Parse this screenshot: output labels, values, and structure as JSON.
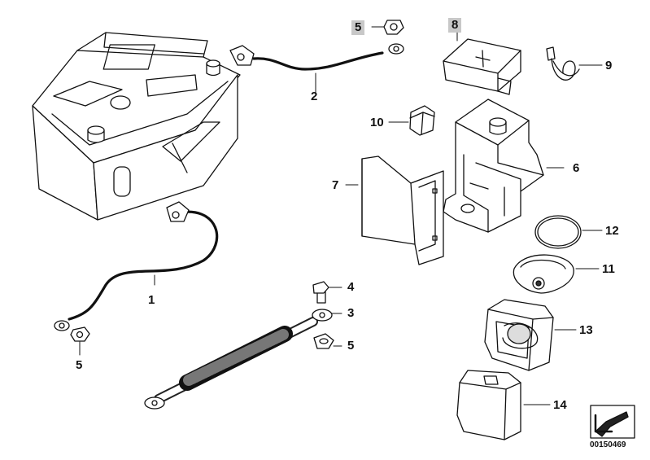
{
  "callouts": [
    {
      "id": "c1",
      "label": "1",
      "highlighted": false
    },
    {
      "id": "c2",
      "label": "2",
      "highlighted": false
    },
    {
      "id": "c3",
      "label": "3",
      "highlighted": false
    },
    {
      "id": "c4",
      "label": "4",
      "highlighted": false
    },
    {
      "id": "c5a",
      "label": "5",
      "highlighted": true
    },
    {
      "id": "c5b",
      "label": "5",
      "highlighted": false
    },
    {
      "id": "c5c",
      "label": "5",
      "highlighted": false
    },
    {
      "id": "c6",
      "label": "6",
      "highlighted": false
    },
    {
      "id": "c7",
      "label": "7",
      "highlighted": false
    },
    {
      "id": "c8",
      "label": "8",
      "highlighted": true
    },
    {
      "id": "c9",
      "label": "9",
      "highlighted": false
    },
    {
      "id": "c10",
      "label": "10",
      "highlighted": false
    },
    {
      "id": "c11",
      "label": "11",
      "highlighted": false
    },
    {
      "id": "c12",
      "label": "12",
      "highlighted": false
    },
    {
      "id": "c13",
      "label": "13",
      "highlighted": false
    },
    {
      "id": "c14",
      "label": "14",
      "highlighted": false
    }
  ],
  "reference_number": "00150469",
  "colors": {
    "line": "#111111",
    "highlight": "#c8c8c8",
    "background": "#ffffff"
  }
}
